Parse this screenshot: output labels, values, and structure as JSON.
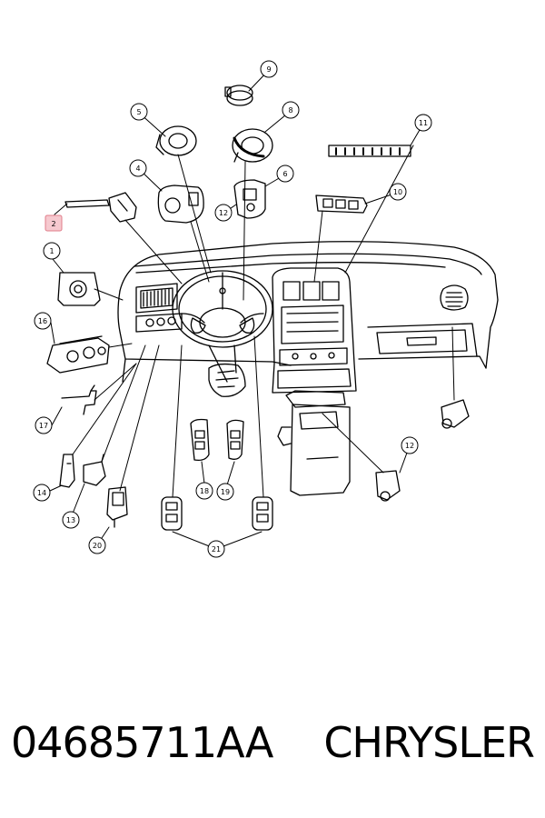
{
  "diagram": {
    "callouts": [
      {
        "id": "c2",
        "label": "2",
        "highlighted": true
      },
      {
        "id": "c1",
        "label": "1"
      },
      {
        "id": "c4",
        "label": "4"
      },
      {
        "id": "c5",
        "label": "5"
      },
      {
        "id": "c6",
        "label": "6"
      },
      {
        "id": "c8",
        "label": "8"
      },
      {
        "id": "c9",
        "label": "9"
      },
      {
        "id": "c10",
        "label": "10"
      },
      {
        "id": "c11",
        "label": "11"
      },
      {
        "id": "c12a",
        "label": "12"
      },
      {
        "id": "c12b",
        "label": "12"
      },
      {
        "id": "c13",
        "label": "13"
      },
      {
        "id": "c14",
        "label": "14"
      },
      {
        "id": "c16",
        "label": "16"
      },
      {
        "id": "c17",
        "label": "17"
      },
      {
        "id": "c18",
        "label": "18"
      },
      {
        "id": "c19",
        "label": "19"
      },
      {
        "id": "c20",
        "label": "20"
      },
      {
        "id": "c21",
        "label": "21"
      }
    ],
    "colors": {
      "line": "#000000",
      "highlight_fill": "#f6c9cf",
      "highlight_stroke": "#e07d8a"
    }
  },
  "footer": {
    "part_number": "04685711AA",
    "brand": "CHRYSLER"
  }
}
